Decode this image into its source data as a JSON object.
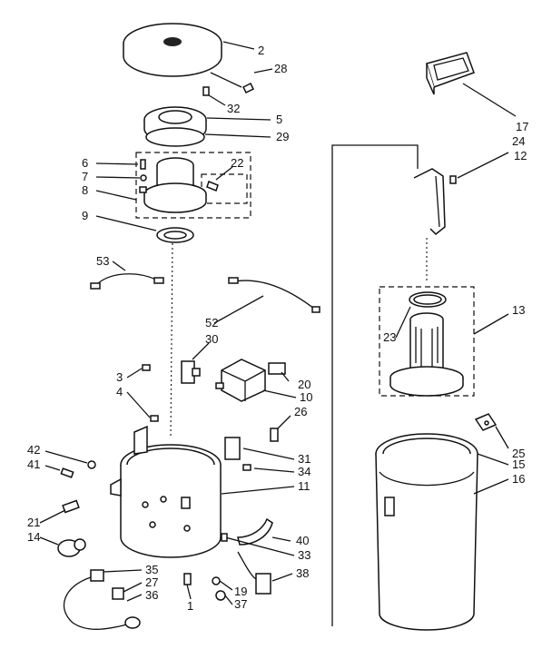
{
  "part_numbers": {
    "p2": "2",
    "p28": "28",
    "p32": "32",
    "p5": "5",
    "p29": "29",
    "p6": "6",
    "p7": "7",
    "p8": "8",
    "p22": "22",
    "p9": "9",
    "p53": "53",
    "p52": "52",
    "p30": "30",
    "p3": "3",
    "p4": "4",
    "p20": "20",
    "p10": "10",
    "p26": "26",
    "p42": "42",
    "p41": "41",
    "p31": "31",
    "p34": "34",
    "p11": "11",
    "p21": "21",
    "p14": "14",
    "p40": "40",
    "p33": "33",
    "p35": "35",
    "p27": "27",
    "p36": "36",
    "p38": "38",
    "p19": "19",
    "p37": "37",
    "p1": "1",
    "p17": "17",
    "p24": "24",
    "p12": "12",
    "p13": "13",
    "p23": "23",
    "p25": "25",
    "p15": "15",
    "p16": "16"
  }
}
